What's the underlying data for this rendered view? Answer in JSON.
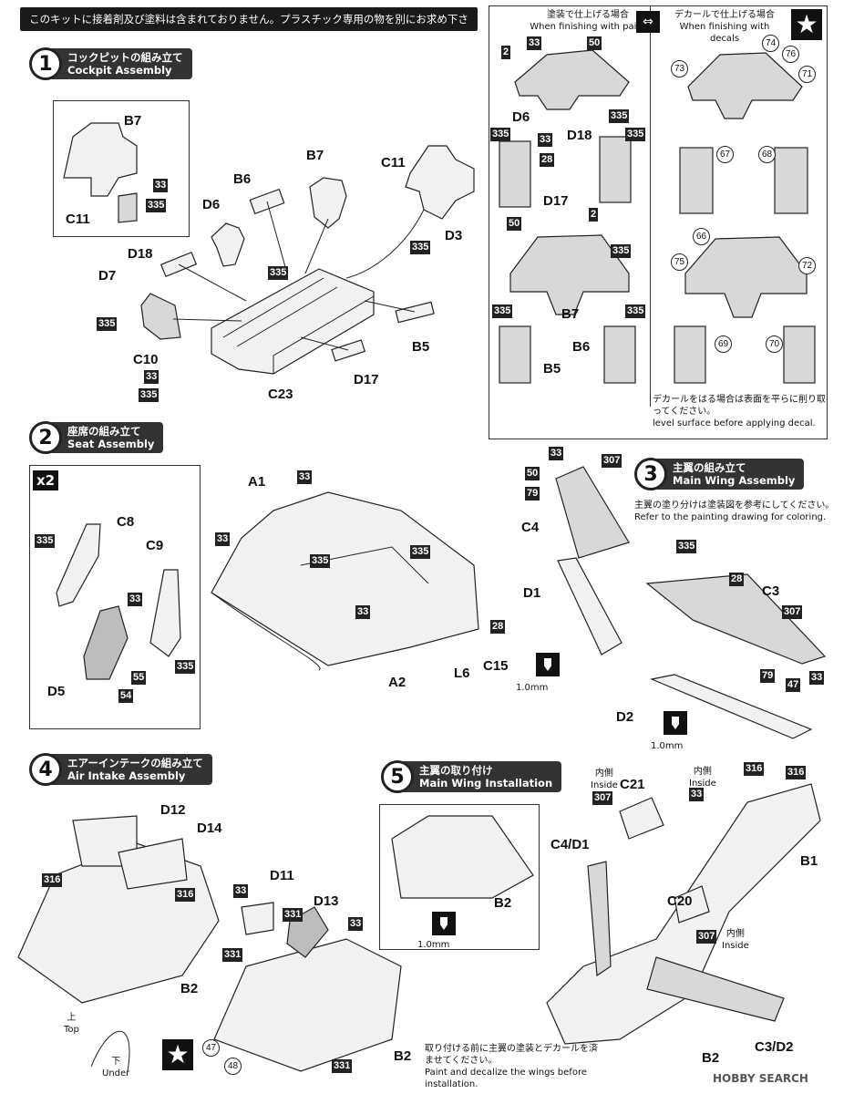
{
  "notice": "このキットに接着剤及び塗料は含まれておりません。プラスチック専用の物を別にお求め下さい。",
  "steps": {
    "s1": {
      "num": "1",
      "jp": "コックピットの組み立て",
      "en": "Cockpit Assembly"
    },
    "s2": {
      "num": "2",
      "jp": "座席の組み立て",
      "en": "Seat Assembly"
    },
    "s3": {
      "num": "3",
      "jp": "主翼の組み立て",
      "en": "Main Wing Assembly"
    },
    "s4": {
      "num": "4",
      "jp": "エアーインテークの組み立て",
      "en": "Air Intake Assembly"
    },
    "s5": {
      "num": "5",
      "jp": "主翼の取り付け",
      "en": "Main Wing Installation"
    }
  },
  "finish": {
    "paint_jp": "塗装で仕上げる場合",
    "paint_en": "When finishing with paint",
    "decal_jp": "デカールで仕上げる場合",
    "decal_en": "When finishing with decals",
    "note_jp": "デカールをはる場合は表面を平らに削り取ってください。",
    "note_en": "level surface before applying decal."
  },
  "wing_note": {
    "jp": "主翼の塗り分けは塗装図を参考にしてください。",
    "en": "Refer to the painting drawing for coloring."
  },
  "install_note": {
    "jp": "取り付ける前に主翼の塗装とデカールを済ませてください。",
    "en": "Paint and decalize the wings before installation."
  },
  "multiplier": "x2",
  "drill": "1.0mm",
  "inside_jp": "内側",
  "inside_en": "Inside",
  "top_jp": "上",
  "top_en": "Top",
  "under_jp": "下",
  "under_en": "Under",
  "parts": {
    "b7": "B7",
    "c11": "C11",
    "d3": "D3",
    "b6": "B6",
    "d6": "D6",
    "d18": "D18",
    "d7": "D7",
    "c10": "C10",
    "c23": "C23",
    "d17": "D17",
    "b5": "B5",
    "a1": "A1",
    "a2": "A2",
    "l6": "L6",
    "c15": "C15",
    "c8": "C8",
    "c9": "C9",
    "d5": "D5",
    "c4": "C4",
    "d1": "D1",
    "c3": "C3",
    "d2": "D2",
    "d12": "D12",
    "d14": "D14",
    "b2": "B2",
    "d11": "D11",
    "d13": "D13",
    "c4d1": "C4/D1",
    "c21": "C21",
    "c20": "C20",
    "b1": "B1",
    "c3d2": "C3/D2"
  },
  "colors": {
    "c33": "33",
    "c335": "335",
    "c2": "2",
    "c50": "50",
    "c79": "79",
    "c307": "307",
    "c28": "28",
    "c47": "47",
    "c55": "55",
    "c54": "54",
    "c316": "316",
    "c331": "331"
  },
  "decals": {
    "d74": "74",
    "d76": "76",
    "d73": "73",
    "d71": "71",
    "d67": "67",
    "d68": "68",
    "d66": "66",
    "d75": "75",
    "d72": "72",
    "d69": "69",
    "d70": "70",
    "d47": "47",
    "d48": "48"
  },
  "watermark": "HOBBY SEARCH"
}
